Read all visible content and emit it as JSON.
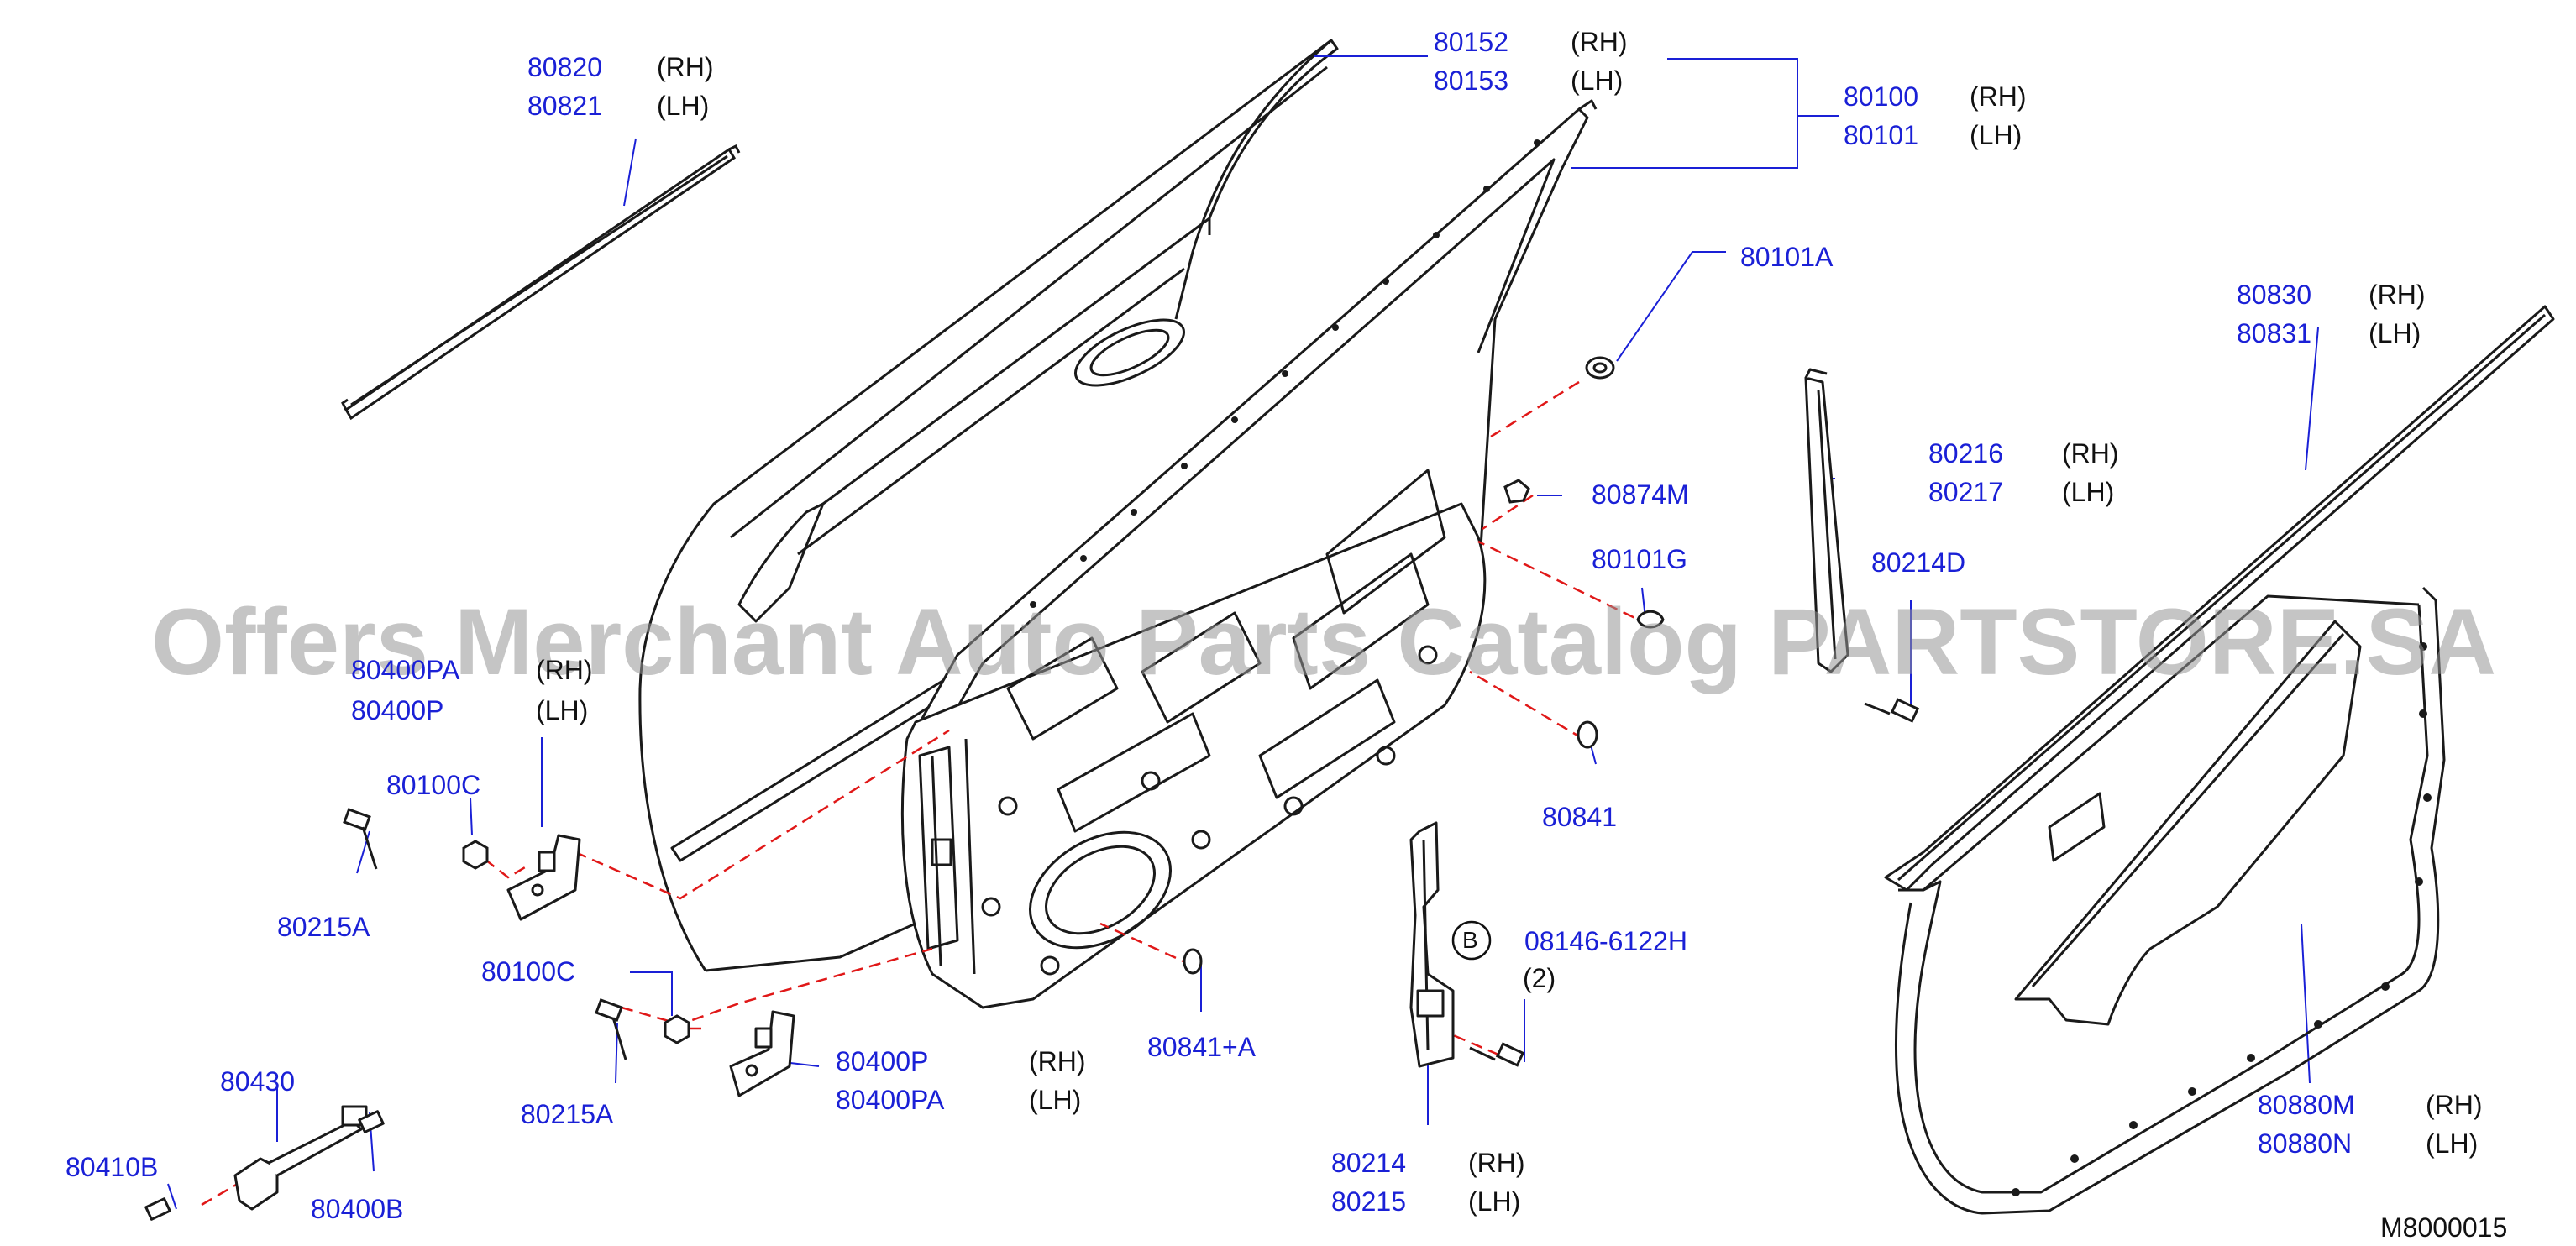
{
  "callouts": [
    {
      "id": "window-run-molding",
      "parts": [
        {
          "number": "80820",
          "side": "(RH)"
        },
        {
          "number": "80821",
          "side": "(LH)"
        }
      ]
    },
    {
      "id": "door-sash",
      "parts": [
        {
          "number": "80152",
          "side": "(RH)"
        },
        {
          "number": "80153",
          "side": "(LH)"
        }
      ]
    },
    {
      "id": "door-panel",
      "parts": [
        {
          "number": "80100",
          "side": "(RH)"
        },
        {
          "number": "80101",
          "side": "(LH)"
        }
      ]
    },
    {
      "id": "plug-80101a",
      "parts": [
        {
          "number": "80101A",
          "side": ""
        }
      ]
    },
    {
      "id": "clip-80874m",
      "parts": [
        {
          "number": "80874M",
          "side": ""
        }
      ]
    },
    {
      "id": "plug-80101g",
      "parts": [
        {
          "number": "80101G",
          "side": ""
        }
      ]
    },
    {
      "id": "plug-80841",
      "parts": [
        {
          "number": "80841",
          "side": ""
        }
      ]
    },
    {
      "id": "upper-hinge",
      "parts": [
        {
          "number": "80400PA",
          "side": "(RH)"
        },
        {
          "number": "80400P",
          "side": "(LH)"
        }
      ]
    },
    {
      "id": "nut-upper",
      "parts": [
        {
          "number": "80100C",
          "side": ""
        }
      ]
    },
    {
      "id": "bolt-upper",
      "parts": [
        {
          "number": "80215A",
          "side": ""
        }
      ]
    },
    {
      "id": "nut-lower",
      "parts": [
        {
          "number": "80100C",
          "side": ""
        }
      ]
    },
    {
      "id": "bolt-lower",
      "parts": [
        {
          "number": "80215A",
          "side": ""
        }
      ]
    },
    {
      "id": "lower-hinge",
      "parts": [
        {
          "number": "80400P",
          "side": "(RH)"
        },
        {
          "number": "80400PA",
          "side": "(LH)"
        }
      ]
    },
    {
      "id": "plug-80841a",
      "parts": [
        {
          "number": "80841+A",
          "side": ""
        }
      ]
    },
    {
      "id": "check-link",
      "parts": [
        {
          "number": "80430",
          "side": ""
        }
      ]
    },
    {
      "id": "check-bolt-left",
      "parts": [
        {
          "number": "80410B",
          "side": ""
        }
      ]
    },
    {
      "id": "check-bolt-right",
      "parts": [
        {
          "number": "80400B",
          "side": ""
        }
      ]
    },
    {
      "id": "sash-bracket",
      "parts": [
        {
          "number": "80214",
          "side": "(RH)"
        },
        {
          "number": "80215",
          "side": "(LH)"
        }
      ]
    },
    {
      "id": "bolt-08146",
      "parts": [
        {
          "number": "08146-6122H",
          "side": ""
        }
      ],
      "qty": "(2)",
      "badge": "B"
    },
    {
      "id": "rear-sash",
      "parts": [
        {
          "number": "80216",
          "side": "(RH)"
        },
        {
          "number": "80217",
          "side": "(LH)"
        }
      ]
    },
    {
      "id": "screw-80214d",
      "parts": [
        {
          "number": "80214D",
          "side": ""
        }
      ]
    },
    {
      "id": "weatherstrip-outer",
      "parts": [
        {
          "number": "80830",
          "side": "(RH)"
        },
        {
          "number": "80831",
          "side": "(LH)"
        }
      ]
    },
    {
      "id": "weatherstrip-door",
      "parts": [
        {
          "number": "80880M",
          "side": "(RH)"
        },
        {
          "number": "80880N",
          "side": "(LH)"
        }
      ]
    }
  ],
  "drawing_id": "M8000015",
  "watermark": "Offers Merchant Auto Parts Catalog PARTSTORE.SA",
  "colors": {
    "part_number": "#1a20d6",
    "line": "#1a1a1a",
    "leader": "#1a20d6",
    "dashed": "#e01818"
  }
}
